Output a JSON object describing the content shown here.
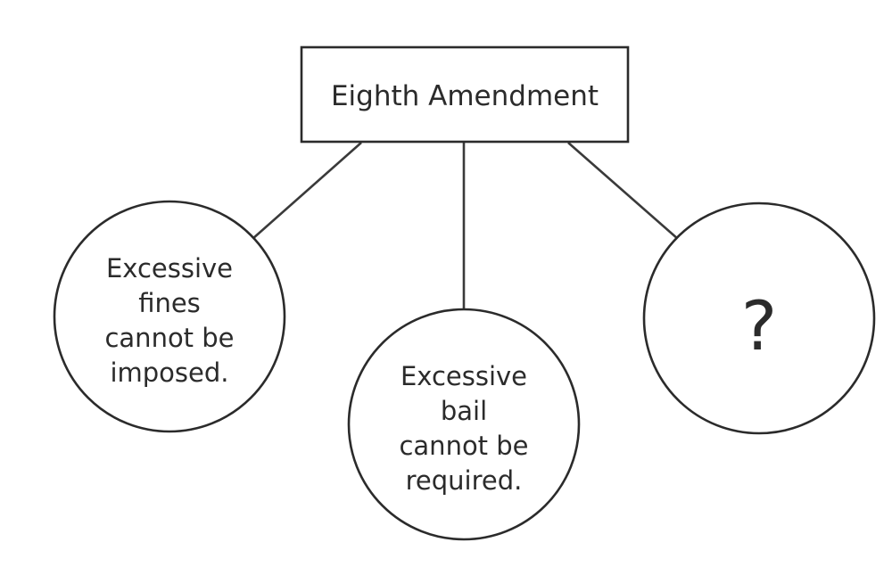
{
  "root": {
    "label": "Eighth Amendment"
  },
  "nodes": [
    {
      "id": "fines",
      "lines": [
        "Excessive",
        "fines",
        "cannot be",
        "imposed."
      ]
    },
    {
      "id": "bail",
      "lines": [
        "Excessive",
        "bail",
        "cannot be",
        "required."
      ]
    },
    {
      "id": "unknown",
      "lines": [
        "?"
      ]
    }
  ]
}
